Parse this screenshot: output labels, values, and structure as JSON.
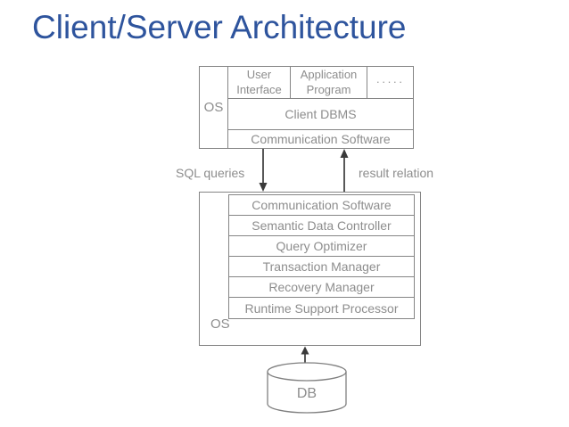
{
  "title": "Client/Server Architecture",
  "client": {
    "os_label": "OS",
    "user_interface": "User Interface",
    "application_program": "Application Program",
    "dots": "·····",
    "client_dbms": "Client DBMS",
    "communication_software": "Communication Software"
  },
  "links": {
    "sql_queries_label": "SQL queries",
    "result_relation_label": "result relation"
  },
  "server": {
    "os_label": "OS",
    "rows": [
      "Communication Software",
      "Semantic Data Controller",
      "Query Optimizer",
      "Transaction Manager",
      "Recovery Manager",
      "Runtime Support Processor"
    ]
  },
  "database": {
    "label": "DB"
  },
  "colors": {
    "title": "#2e549d",
    "box_border": "#858585",
    "box_text": "#8d8d8d",
    "arrow": "#3a3a3a",
    "background": "#ffffff"
  }
}
